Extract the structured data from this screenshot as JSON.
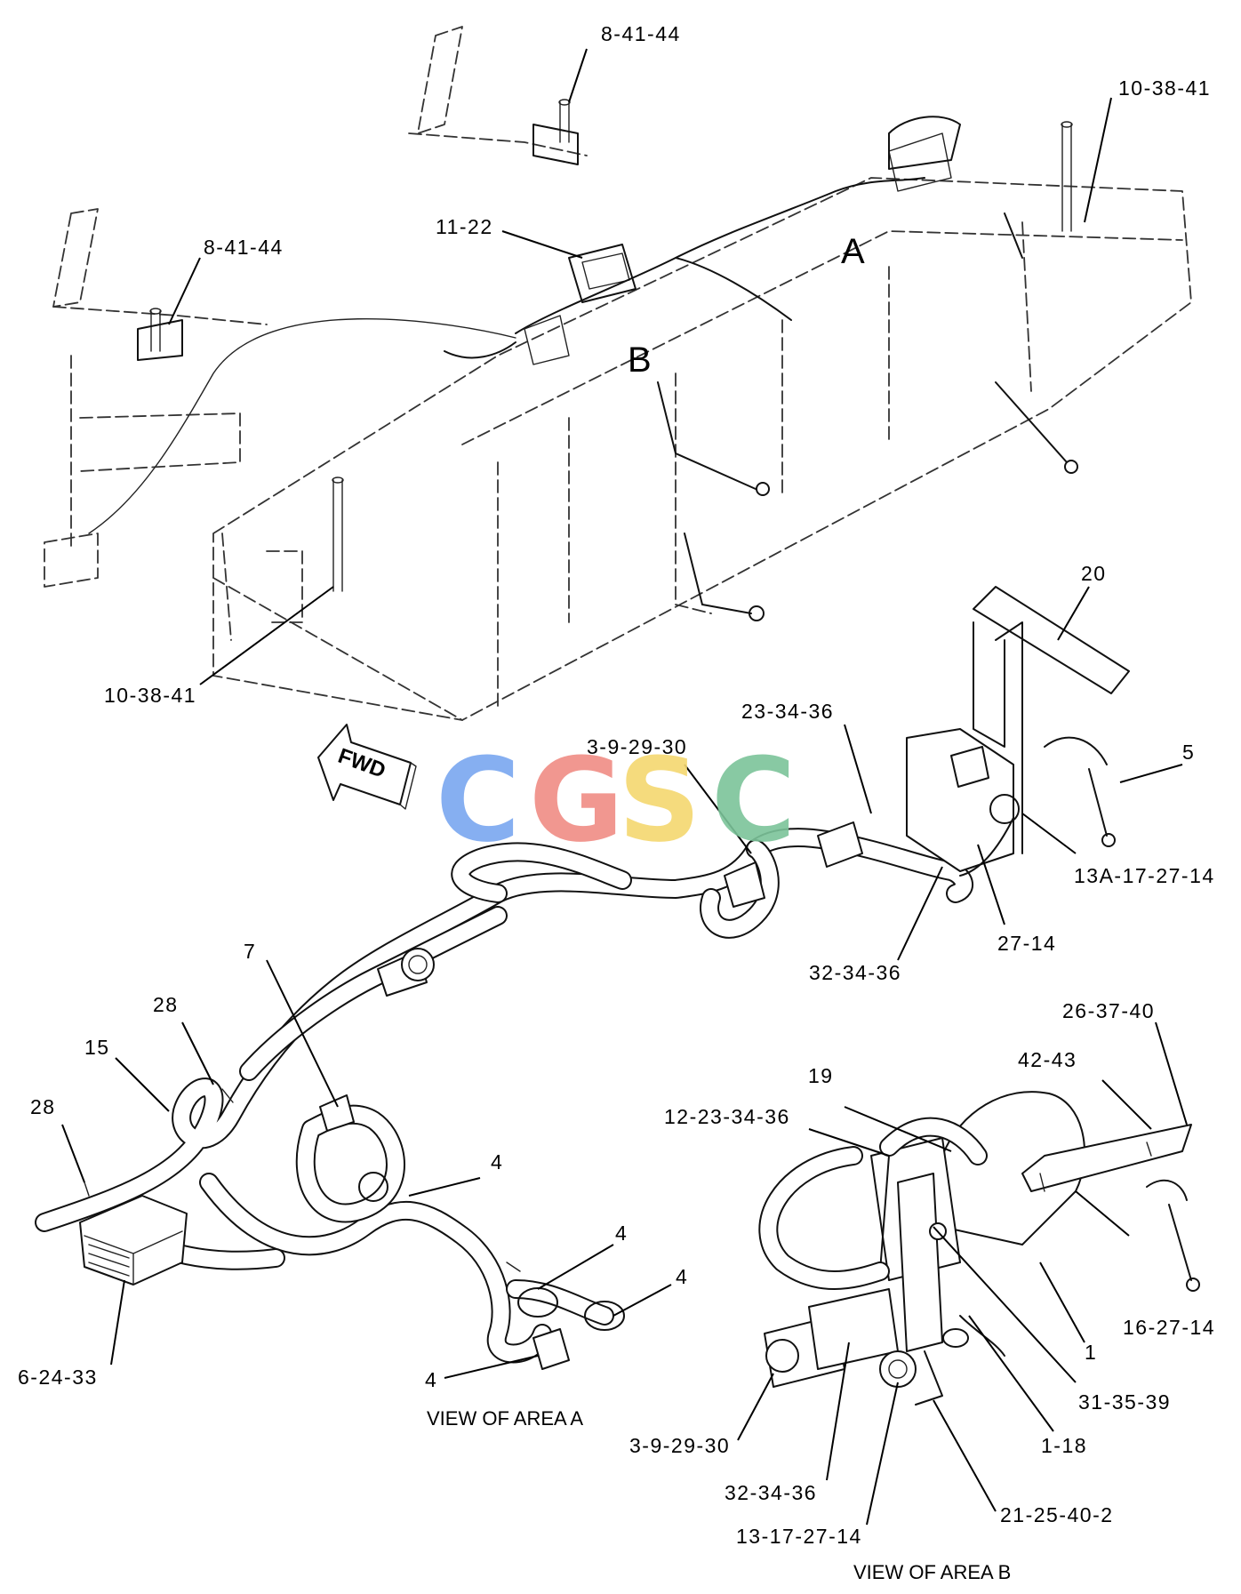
{
  "callouts": {
    "c_8_41_44_top": "8-41-44",
    "c_10_38_41_top": "10-38-41",
    "c_11_22": "11-22",
    "c_8_41_44_left": "8-41-44",
    "c_10_38_41_bottom": "10-38-41",
    "c_20": "20",
    "c_23_34_36": "23-34-36",
    "c_3_9_29_30_a": "3-9-29-30",
    "c_5": "5",
    "c_13a_17_27_14": "13A-17-27-14",
    "c_27_14": "27-14",
    "c_32_34_36_a": "32-34-36",
    "c_7": "7",
    "c_28_a": "28",
    "c_15": "15",
    "c_28_b": "28",
    "c_4_a": "4",
    "c_4_b": "4",
    "c_4_c": "4",
    "c_4_d": "4",
    "c_6_24_33": "6-24-33",
    "c_26_37_40": "26-37-40",
    "c_42_43": "42-43",
    "c_19": "19",
    "c_12_23_34_36": "12-23-34-36",
    "c_16_27_14": "16-27-14",
    "c_1": "1",
    "c_31_35_39": "31-35-39",
    "c_1_18": "1-18",
    "c_3_9_29_30_b": "3-9-29-30",
    "c_32_34_36_b": "32-34-36",
    "c_13_17_27_14": "13-17-27-14",
    "c_21_25_40_2": "21-25-40-2"
  },
  "area_labels": {
    "a": "A",
    "b": "B"
  },
  "fwd_arrow": {
    "label": "FWD"
  },
  "view_titles": {
    "area_a": "VIEW OF AREA   A",
    "area_b": "VIEW OF AREA   B"
  },
  "watermark": {
    "letters": [
      "C",
      "G",
      "S",
      "C"
    ],
    "colors": [
      "#7aa7f0",
      "#f08c84",
      "#f5d870",
      "#7cc49a"
    ]
  }
}
